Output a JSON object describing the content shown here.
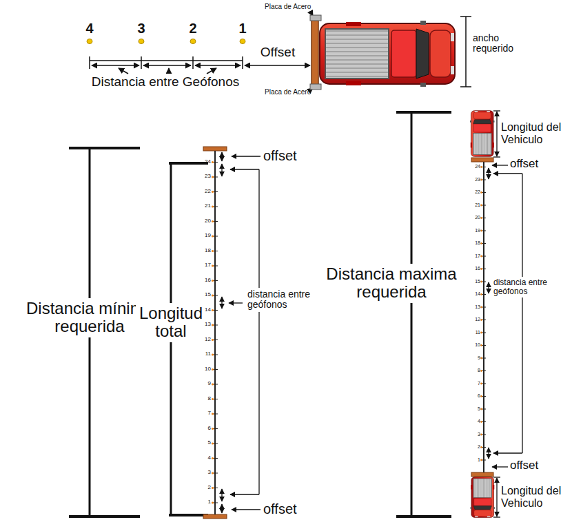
{
  "diagram": {
    "labels": [
      "4",
      "3",
      "2",
      "1",
      "Placa de Acero",
      "Placa de Acero",
      "Offset",
      "Distancia entre Geófonos",
      "ancho requerido",
      "Distancia mínima requerida",
      "Longitud total",
      "offset",
      "distancia entre geófonos",
      "offset",
      "24",
      "23",
      "22",
      "21",
      "20",
      "19",
      "18",
      "17",
      "16",
      "15",
      "14",
      "13",
      "12",
      "11",
      "10",
      "9",
      "8",
      "7",
      "6",
      "5",
      "4",
      "3",
      "2",
      "1",
      "Distancia maxima requerida",
      "Longitud del Vehiculo",
      "offset",
      "distancia entre geófonos",
      "offset",
      "Longitud del Vehiculo",
      "24",
      "23",
      "22",
      "21",
      "20",
      "19",
      "18",
      "17",
      "16",
      "15",
      "14",
      "13",
      "12",
      "11",
      "10",
      "9",
      "8",
      "7",
      "6",
      "5",
      "4",
      "3",
      "2",
      "1"
    ]
  }
}
